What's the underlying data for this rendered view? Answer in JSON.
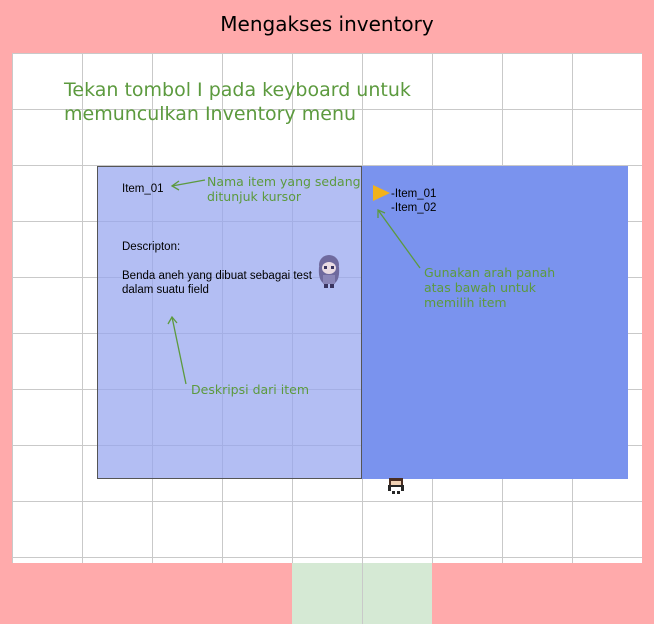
{
  "title": "Mengakses inventory",
  "instruction": {
    "line1": "Tekan tombol I pada keyboard untuk",
    "line2": "memunculkan Inventory menu"
  },
  "detail_panel": {
    "item_name": "Item_01",
    "description_label": "Descripton:",
    "description_line1": "Benda aneh yang dibuat sebagai test",
    "description_line2": "dalam suatu field"
  },
  "inventory_list": {
    "items": [
      "-Item_01",
      "-Item_02"
    ],
    "selected_index": 0
  },
  "annotations": {
    "item_name_note": [
      "Nama item yang sedang",
      "ditunjuk kursor"
    ],
    "cursor_note": [
      "Gunakan arah panah",
      "atas bawah untuk",
      "memilih item"
    ],
    "description_note": "Deskripsi dari item"
  },
  "colors": {
    "background": "#ffaaab",
    "annotation": "#5c9a3e",
    "cursor": "#f2b21b",
    "list_panel": "#7a93ee"
  }
}
